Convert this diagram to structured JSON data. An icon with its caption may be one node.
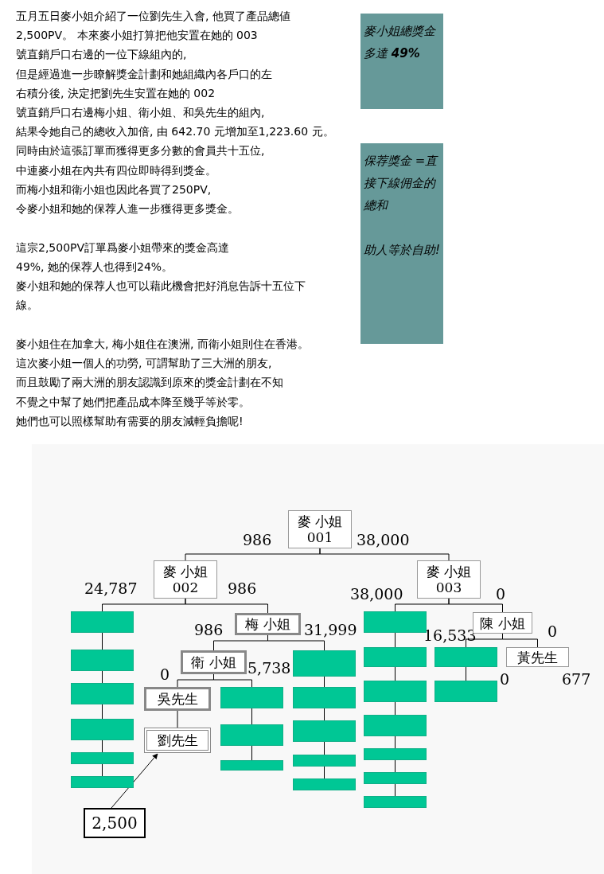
{
  "diagram": {
    "nodes": [
      {
        "text": [
          "麥小姐總獎金多達 **49%**"
        ]
      },
      {
        "text": [
          "保荐獎金 =直接下線佣金的總和",
          "助人等於自助!"
        ]
      },
      {
        "text": [
          "麥 小姐",
          "001"
        ],
        "beside": [
          "986",
          "38,000"
        ]
      },
      {
        "text": [
          "麥 小姐",
          "002"
        ],
        "beside": [
          "24,787",
          "986"
        ]
      },
      {
        "text": [
          "麥 小姐",
          "003"
        ],
        "beside": [
          "38,000",
          "0"
        ]
      },
      {
        "text": [
          "梅 小姐"
        ],
        "beside": [
          "986",
          "31,999"
        ]
      },
      {
        "text": [
          "陳 小姐"
        ],
        "beside": [
          "16,533",
          "0"
        ]
      },
      {
        "text": [
          "衛 小姐"
        ],
        "beside": [
          "0",
          "5,738"
        ]
      },
      {
        "text": [
          "黃先生"
        ],
        "beside": [
          "0",
          "677"
        ]
      },
      {
        "text": [
          "吳先生"
        ]
      },
      {
        "text": [
          "劉先生"
        ]
      },
      {
        "text": [
          "2,500"
        ]
      },
      {
        "text": [],
        "shape": "bar"
      },
      {
        "text": [],
        "shape": "bar"
      },
      {
        "text": [],
        "shape": "bar"
      },
      {
        "text": [],
        "shape": "bar"
      },
      {
        "text": [],
        "shape": "bar"
      },
      {
        "text": [],
        "shape": "bar"
      },
      {
        "text": [],
        "shape": "bar"
      },
      {
        "text": [],
        "shape": "bar"
      },
      {
        "text": [],
        "shape": "bar"
      },
      {
        "text": [],
        "shape": "bar"
      },
      {
        "text": [],
        "shape": "bar"
      },
      {
        "text": [],
        "shape": "bar"
      },
      {
        "text": [],
        "shape": "bar"
      },
      {
        "text": [],
        "shape": "bar"
      },
      {
        "text": [],
        "shape": "bar"
      },
      {
        "text": [],
        "shape": "bar"
      },
      {
        "text": [],
        "shape": "bar"
      },
      {
        "text": [],
        "shape": "bar"
      },
      {
        "text": [],
        "shape": "bar"
      },
      {
        "text": [],
        "shape": "bar"
      },
      {
        "text": [],
        "shape": "bar"
      },
      {
        "text": [],
        "shape": "bar"
      },
      {
        "text": [],
        "shape": "bar"
      }
    ],
    "edges": [
      {
        "from": 2,
        "to": 3,
        "arrow": "none"
      },
      {
        "from": 2,
        "to": 4,
        "arrow": "none"
      },
      {
        "from": 3,
        "to": 12,
        "arrow": "none"
      },
      {
        "from": 3,
        "to": 5,
        "arrow": "none"
      },
      {
        "from": 12,
        "to": 13,
        "arrow": "none"
      },
      {
        "from": 13,
        "to": 14,
        "arrow": "none"
      },
      {
        "from": 14,
        "to": 15,
        "arrow": "none"
      },
      {
        "from": 15,
        "to": 16,
        "arrow": "none"
      },
      {
        "from": 16,
        "to": 17,
        "arrow": "none"
      },
      {
        "from": 5,
        "to": 7,
        "arrow": "none"
      },
      {
        "from": 5,
        "to": 21,
        "arrow": "none"
      },
      {
        "from": 21,
        "to": 22,
        "arrow": "none"
      },
      {
        "from": 22,
        "to": 23,
        "arrow": "none"
      },
      {
        "from": 23,
        "to": 24,
        "arrow": "none"
      },
      {
        "from": 24,
        "to": 25,
        "arrow": "none"
      },
      {
        "from": 7,
        "to": 9,
        "arrow": "none"
      },
      {
        "from": 7,
        "to": 18,
        "arrow": "none"
      },
      {
        "from": 18,
        "to": 19,
        "arrow": "none"
      },
      {
        "from": 19,
        "to": 20,
        "arrow": "none"
      },
      {
        "from": 9,
        "to": 10,
        "arrow": "none"
      },
      {
        "from": 11,
        "to": 10,
        "arrow": "to"
      },
      {
        "from": 4,
        "to": 26,
        "arrow": "none"
      },
      {
        "from": 4,
        "to": 6,
        "arrow": "none"
      },
      {
        "from": 26,
        "to": 27,
        "arrow": "none"
      },
      {
        "from": 27,
        "to": 28,
        "arrow": "none"
      },
      {
        "from": 28,
        "to": 29,
        "arrow": "none"
      },
      {
        "from": 29,
        "to": 30,
        "arrow": "none"
      },
      {
        "from": 30,
        "to": 31,
        "arrow": "none"
      },
      {
        "from": 31,
        "to": 32,
        "arrow": "none"
      },
      {
        "from": 6,
        "to": 33,
        "arrow": "none"
      },
      {
        "from": 6,
        "to": 8,
        "arrow": "none"
      },
      {
        "from": 33,
        "to": 34,
        "arrow": "none"
      }
    ],
    "labels": [
      "五月五日麥小姐介紹了一位劉先生入會, 他買了產品總値",
      "2,500PV。 本來麥小姐打算把他安置在她的 003",
      "號直銷戶口右邊的一位下線組內的,",
      "但是經過進一步瞭解獎金計劃和她組織內各戶口的左",
      "右積分後, 決定把劉先生安置在她的 002",
      "號直銷戶口右邊梅小姐、衛小姐、和吳先生的組內,",
      "結果令她自己的總收入加倍, 由 642.70 元增加至1,223.60 元。",
      "同時由於這張訂單而獲得更多分數的會員共十五位,",
      "中連麥小姐在內共有四位即時得到獎金。",
      "而梅小姐和衛小姐也因此各買了250PV,",
      "令麥小姐和她的保荐人進一步獲得更多獎金。",
      "這宗2,500PV訂單爲麥小姐帶來的獎金高達",
      "49%, 她的保荐人也得到24%。",
      "麥小姐和她的保荐人也可以藉此機會把好消息告訴十五位下",
      "線。",
      "麥小姐住在加拿大, 梅小姐住在澳洲, 而衛小姐則住在香港。",
      "這次麥小姐一個人的功勞, 可謂幫助了三大洲的朋友,",
      "而且鼓勵了兩大洲的朋友認識到原來的獎金計劃在不知",
      "不覺之中幫了她們把產品成本降至幾乎等於零。",
      "她們也可以照樣幫助有需要的朋友減輕負擔呢!"
    ]
  }
}
